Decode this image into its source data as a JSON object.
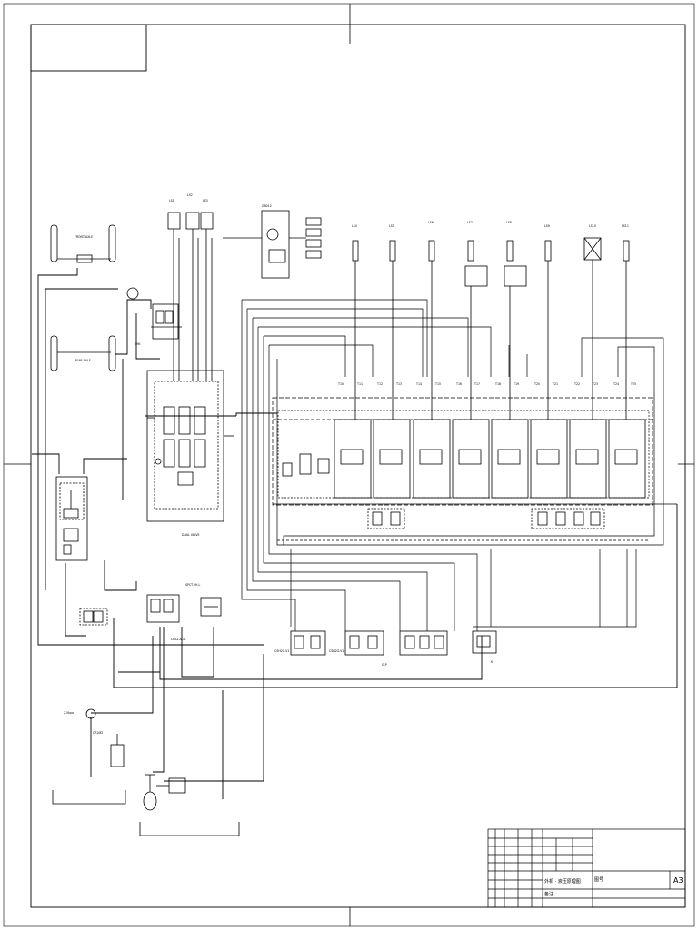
{
  "title_block": {
    "drawing_title": "外机 · 液压原理图",
    "sheet_size": "A3",
    "field_a": "图号",
    "field_b": "备注"
  },
  "labels": {
    "front_axle": "FRONT AXLE",
    "rear_axle": "REAR AXLE",
    "pump_label": "2.5kpa",
    "filter_label": "CR2M2"
  },
  "colors": {
    "line": "#000000",
    "paper": "#ffffff"
  }
}
